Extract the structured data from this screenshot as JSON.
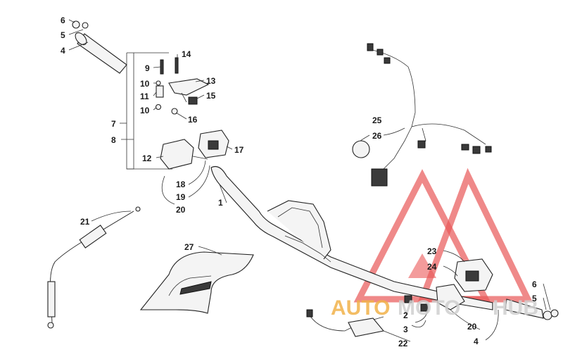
{
  "diagram": {
    "labels": {
      "n1": "1",
      "n2": "2",
      "n3": "3",
      "n4": "4",
      "n4b": "4",
      "n5": "5",
      "n5b": "5",
      "n6": "6",
      "n6b": "6",
      "n7": "7",
      "n8": "8",
      "n9": "9",
      "n10a": "10",
      "n10b": "10",
      "n11": "11",
      "n12": "12",
      "n13": "13",
      "n14": "14",
      "n15": "15",
      "n16": "16",
      "n17": "17",
      "n18": "18",
      "n19": "19",
      "n20a": "20",
      "n20b": "20",
      "n21": "21",
      "n22": "22",
      "n23": "23",
      "n24": "24",
      "n25": "25",
      "n26": "26",
      "n27": "27"
    }
  },
  "watermark": {
    "text_auto": "AUTO",
    "text_moto": "MOTO",
    "text_hub": "HUB",
    "colors": {
      "triangle": "#e63a3a",
      "auto": "#f2b24a",
      "moto": "#cfcfcf",
      "hub": "#d0d0d0"
    }
  }
}
